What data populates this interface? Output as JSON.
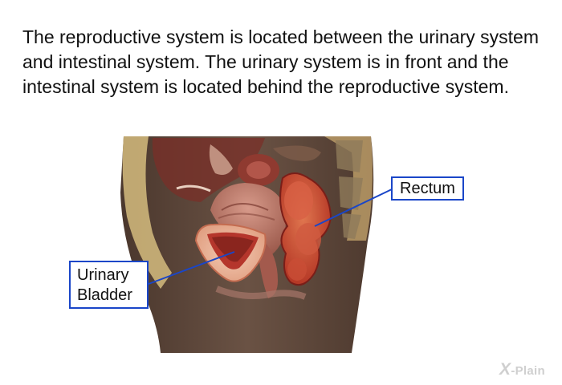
{
  "caption": "The reproductive system is located between the urinary system and intestinal system. The urinary system is in front and the intestinal system is located behind the reproductive system.",
  "labels": {
    "rectum": "Rectum",
    "urinary_bladder_line1": "Urinary",
    "urinary_bladder_line2": "Bladder"
  },
  "brand": {
    "mark": "X",
    "name": "-Plain"
  },
  "colors": {
    "label_border": "#1a46c8",
    "pointer_line": "#1a46c8",
    "brand_gray": "#cfcfcf",
    "tissue_brown": "#5a4438",
    "organ_red": "#c8432f",
    "fat_yellow": "#d8c48a"
  }
}
